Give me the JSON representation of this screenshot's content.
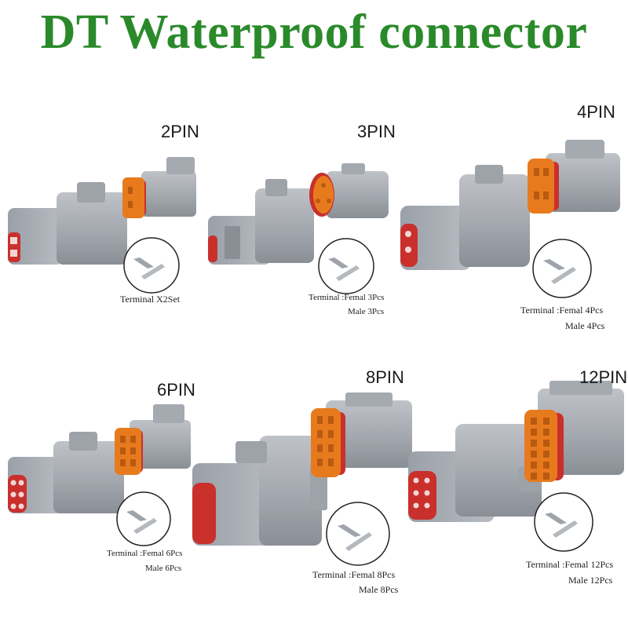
{
  "title": "DT Waterproof connector",
  "colors": {
    "title": "#2a8a2a",
    "housing": "#a3a7ae",
    "seal": "#e87a1e",
    "gasket": "#c9302c"
  },
  "panels": [
    {
      "pin": "2PIN",
      "caption": [
        "Terminal X2Set"
      ]
    },
    {
      "pin": "3PIN",
      "caption": [
        "Terminal :Femal 3Pcs",
        "Male 3Pcs"
      ]
    },
    {
      "pin": "4PIN",
      "caption": [
        "Terminal :Femal 4Pcs",
        "Male 4Pcs"
      ]
    },
    {
      "pin": "6PIN",
      "caption": [
        "Terminal :Femal 6Pcs",
        "Male 6Pcs"
      ]
    },
    {
      "pin": "8PIN",
      "caption": [
        "Terminal :Femal 8Pcs",
        "Male 8Pcs"
      ]
    },
    {
      "pin": "12PIN",
      "caption": [
        "Terminal :Femal 12Pcs",
        "Male 12Pcs"
      ]
    }
  ]
}
